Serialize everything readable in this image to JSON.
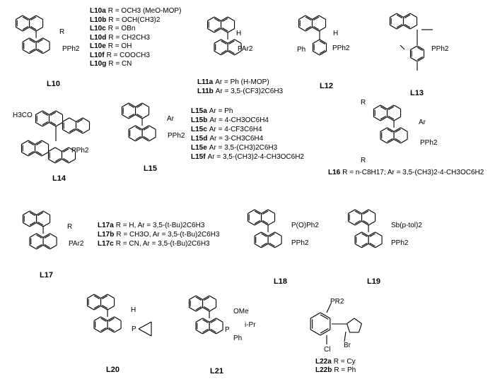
{
  "compounds": [
    {
      "id": "L10",
      "label": "L10",
      "atoms": [
        "R",
        "PPh2"
      ],
      "variants": [
        {
          "code": "L10a",
          "text": "R = OCH3 (MeO-MOP)"
        },
        {
          "code": "L10b",
          "text": "R = OCH(CH3)2"
        },
        {
          "code": "L10c",
          "text": "R = OBn"
        },
        {
          "code": "L10d",
          "text": "R = CH2CH3"
        },
        {
          "code": "L10e",
          "text": "R = OH"
        },
        {
          "code": "L10f",
          "text": "R = COOCH3"
        },
        {
          "code": "L10g",
          "text": "R = CN"
        }
      ]
    },
    {
      "id": "L11",
      "label": "",
      "atoms": [
        "H",
        "PAr2"
      ],
      "variants": [
        {
          "code": "L11a",
          "text": "Ar = Ph (H-MOP)"
        },
        {
          "code": "L11b",
          "text": "Ar = 3,5-(CF3)2C6H3"
        }
      ]
    },
    {
      "id": "L12",
      "label": "L12",
      "atoms": [
        "H",
        "Ph",
        "PPh2"
      ],
      "variants": []
    },
    {
      "id": "L13",
      "label": "L13",
      "atoms": [
        "PPh2"
      ],
      "variants": []
    },
    {
      "id": "L14",
      "label": "L14",
      "atoms": [
        "H3CO",
        "PPh2"
      ],
      "variants": []
    },
    {
      "id": "L15",
      "label": "L15",
      "atoms": [
        "Ar",
        "PPh2"
      ],
      "variants": [
        {
          "code": "L15a",
          "text": "Ar = Ph"
        },
        {
          "code": "L15b",
          "text": "Ar = 4-CH3OC6H4"
        },
        {
          "code": "L15c",
          "text": "Ar = 4-CF3C6H4"
        },
        {
          "code": "L15d",
          "text": "Ar = 3-CH3C6H4"
        },
        {
          "code": "L15e",
          "text": "Ar = 3,5-(CH3)2C6H3"
        },
        {
          "code": "L15f",
          "text": "Ar = 3,5-(CH3)2-4-CH3OC6H2"
        }
      ]
    },
    {
      "id": "L16",
      "label": "",
      "atoms": [
        "R",
        "Ar",
        "PPh2",
        "R"
      ],
      "variants": [
        {
          "code": "L16",
          "text": "R = n-C8H17; Ar = 3,5-(CH3)2-4-CH3OC6H2"
        }
      ]
    },
    {
      "id": "L17",
      "label": "L17",
      "atoms": [
        "R",
        "PAr2"
      ],
      "variants": [
        {
          "code": "L17a",
          "text": "R = H, Ar = 3,5-(t-Bu)2C6H3"
        },
        {
          "code": "L17b",
          "text": "R = CH3O, Ar = 3,5-(t-Bu)2C6H3"
        },
        {
          "code": "L17c",
          "text": "R = CN, Ar = 3,5-(t-Bu)2C6H3"
        }
      ]
    },
    {
      "id": "L18",
      "label": "L18",
      "atoms": [
        "P(O)Ph2",
        "PPh2"
      ],
      "variants": []
    },
    {
      "id": "L19",
      "label": "L19",
      "atoms": [
        "Sb(p-tol)2",
        "PPh2"
      ],
      "variants": []
    },
    {
      "id": "L20",
      "label": "L20",
      "atoms": [
        "H",
        "P"
      ],
      "variants": []
    },
    {
      "id": "L21",
      "label": "L21",
      "atoms": [
        "OMe",
        "P",
        "i-Pr",
        "Ph"
      ],
      "variants": []
    },
    {
      "id": "L22",
      "label": "",
      "atoms": [
        "PR2",
        "Cl",
        "Br"
      ],
      "variants": [
        {
          "code": "L22a",
          "text": "R = Cy"
        },
        {
          "code": "L22b",
          "text": "R = Ph"
        }
      ]
    }
  ]
}
